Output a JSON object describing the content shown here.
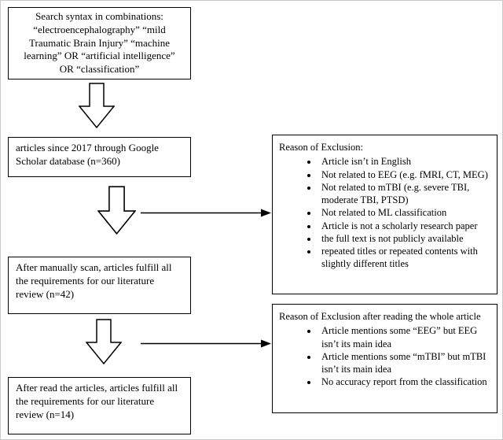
{
  "flow": {
    "search_box": "Search syntax in combinations: “electroencephalography” “mild Traumatic Brain Injury” “machine learning” OR “artificial intelligence” OR “classification”",
    "step1": "articles since 2017 through Google Scholar database (n=360)",
    "step2": "After manually scan, articles fulfill all the requirements for our literature review (n=42)",
    "step3": "After read the articles, articles fulfill all the requirements for our literature review (n=14)"
  },
  "exclusion1": {
    "title": "Reason of Exclusion:",
    "items": [
      "Article isn’t in English",
      "Not related to EEG (e.g. fMRI, CT, MEG)",
      "Not related to mTBI (e.g. severe TBI, moderate TBI, PTSD)",
      "Not related to ML classification",
      "Article is not a scholarly research paper",
      "the full text is not publicly available",
      "repeated titles or repeated contents with slightly different titles"
    ]
  },
  "exclusion2": {
    "title": "Reason of Exclusion after reading the whole article",
    "items": [
      "Article mentions some “EEG” but EEG isn’t its main idea",
      "Article mentions some “mTBI” but mTBI isn’t its main idea",
      "No accuracy report from the classification"
    ]
  },
  "colors": {
    "line": "#000000",
    "box_fill": "#ffffff"
  }
}
